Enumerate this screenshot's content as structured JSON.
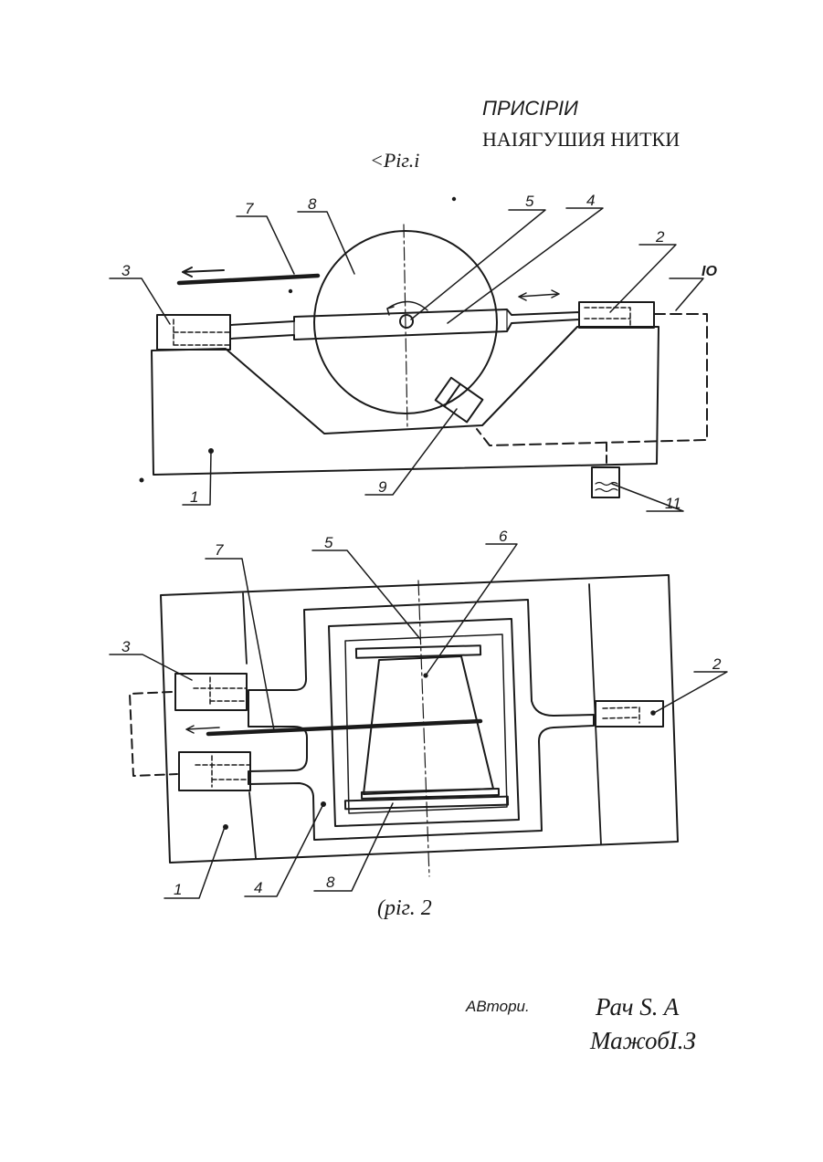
{
  "header": {
    "title_line1": "ПРИСІРІИ",
    "title_line2": "НАІЯГУШИЯ НИТКИ",
    "figure1_caption": "<Pіг.і"
  },
  "figure1": {
    "labels": {
      "l1": "1",
      "l2": "2",
      "l3": "3",
      "l4": "4",
      "l5": "5",
      "l7": "7",
      "l8": "8",
      "l9": "9",
      "l10": "IO",
      "l11": "11"
    }
  },
  "figure2": {
    "caption": "(pіг. 2",
    "labels": {
      "l1": "1",
      "l2": "2",
      "l3": "3",
      "l4": "4",
      "l5": "5",
      "l6": "6",
      "l7": "7",
      "l8": "8"
    }
  },
  "authors": {
    "label": "ABтори.",
    "name1": "Рач S. A",
    "name2": "МажобІ.З"
  }
}
